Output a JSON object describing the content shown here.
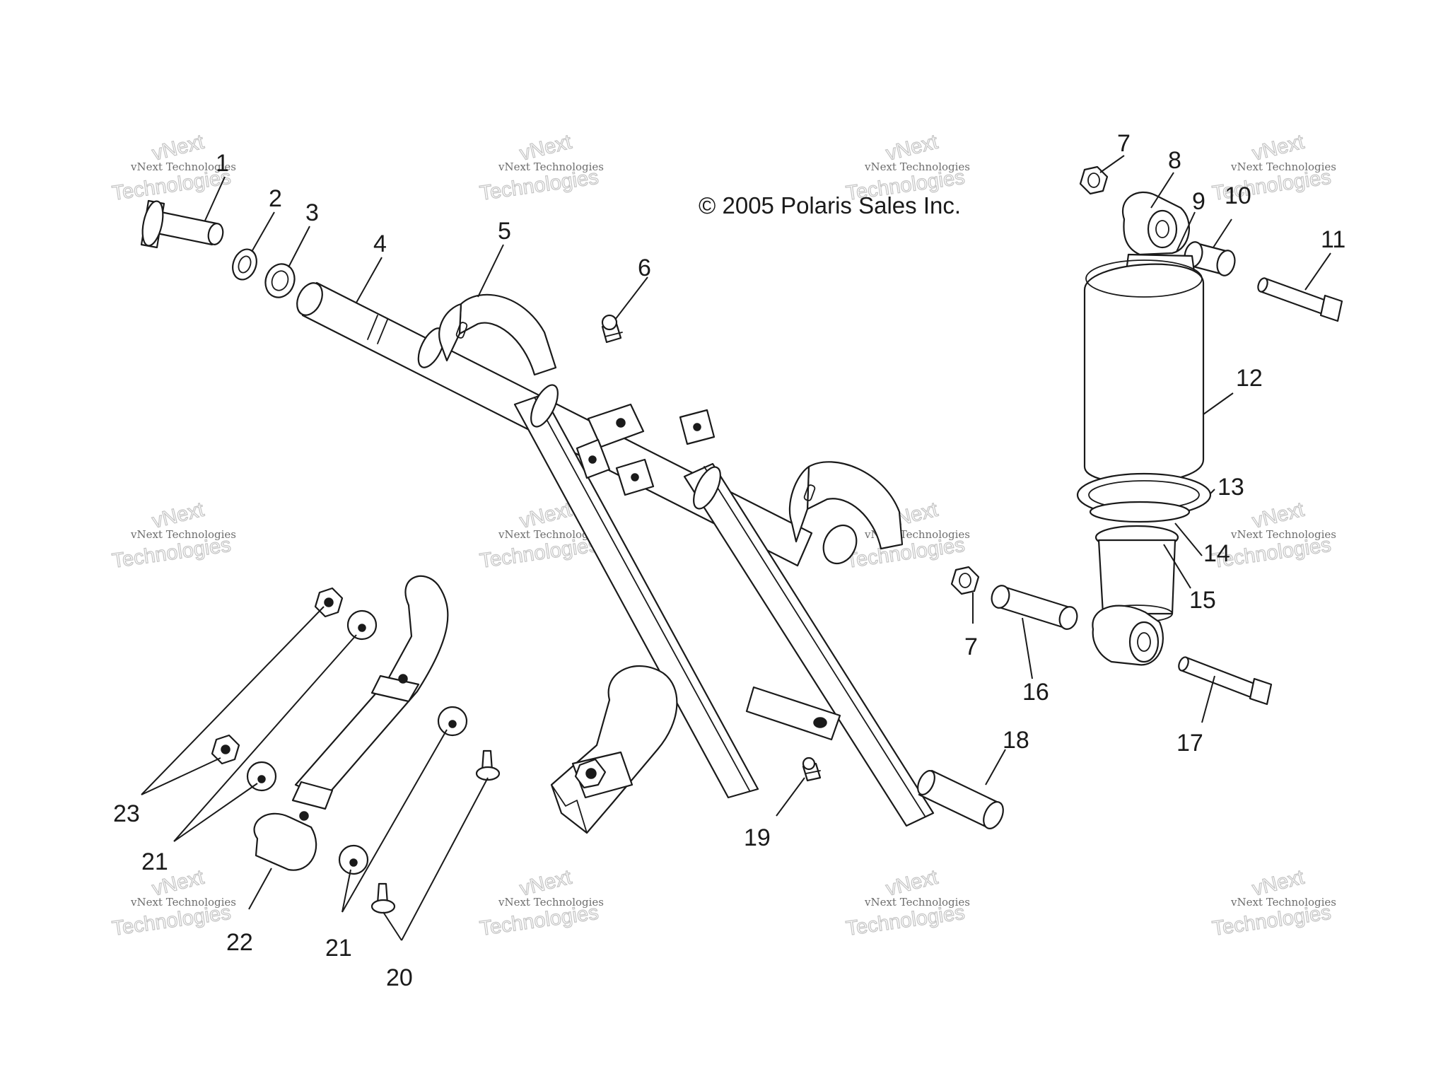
{
  "copyright": "© 2005 Polaris Sales Inc.",
  "watermark": {
    "line_small": "vNext Technologies",
    "word_top": "vNext",
    "word_bottom": "Technologies"
  },
  "callouts": [
    "1",
    "2",
    "3",
    "4",
    "5",
    "6",
    "7",
    "8",
    "9",
    "10",
    "11",
    "12",
    "13",
    "14",
    "15",
    "7",
    "16",
    "17",
    "18",
    "19",
    "20",
    "21",
    "21",
    "22",
    "23"
  ]
}
